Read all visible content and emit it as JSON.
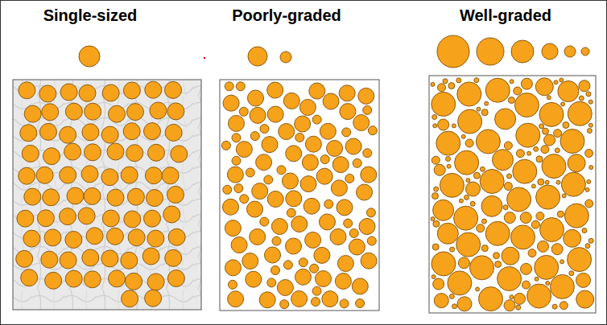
{
  "diagram": {
    "labels": [
      "Single-sized",
      "Poorly-graded",
      "Well-graded"
    ]
  }
}
